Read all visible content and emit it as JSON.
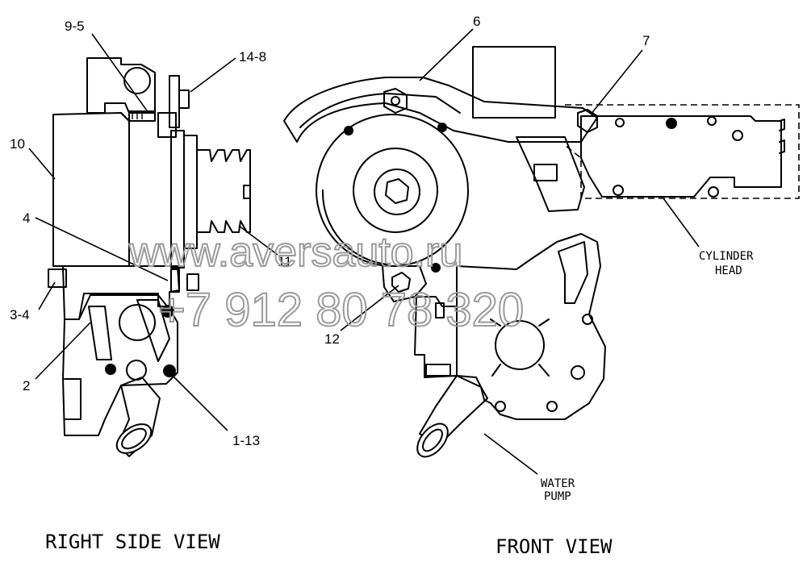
{
  "callouts": {
    "c9_5": "9-5",
    "c14_8": "14-8",
    "c10": "10",
    "c4": "4",
    "c3_4": "3-4",
    "c2": "2",
    "c11": "11",
    "c1_13": "1-13",
    "c6": "6",
    "c7": "7",
    "c12": "12"
  },
  "labels": {
    "cylinder_head_line1": "CYLINDER",
    "cylinder_head_line2": "HEAD",
    "water_pump_line1": "WATER",
    "water_pump_line2": "PUMP"
  },
  "views": {
    "right_side": "RIGHT SIDE VIEW",
    "front": "FRONT VIEW"
  },
  "watermark": {
    "site": "www.aversauto.ru",
    "phone": "+7 912 80 78 320"
  }
}
